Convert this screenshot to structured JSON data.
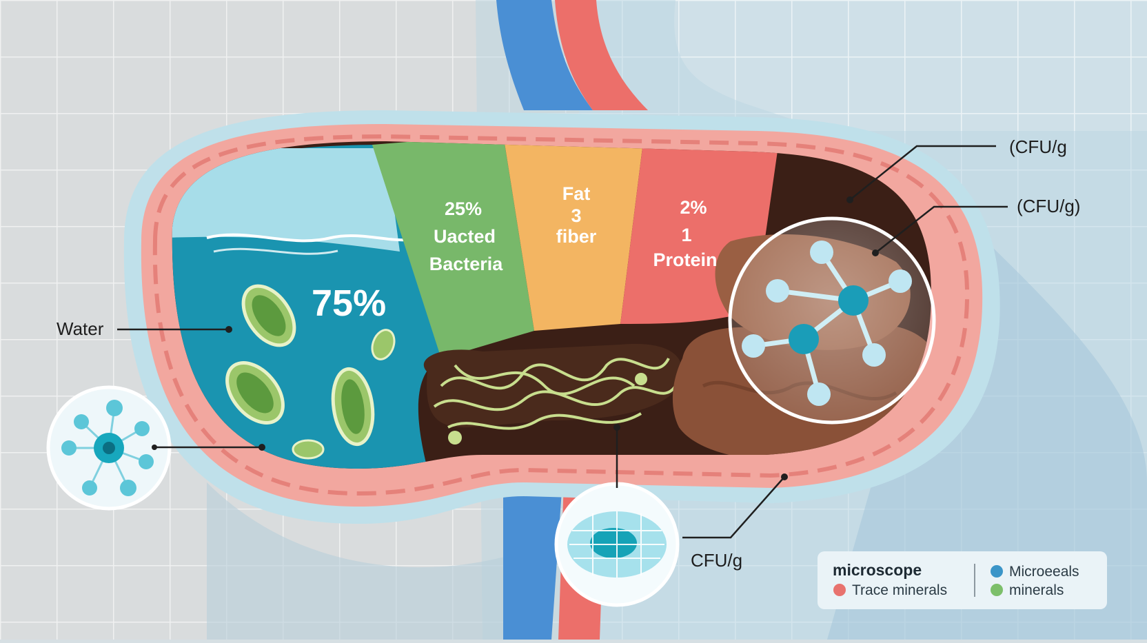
{
  "labels": {
    "water": "Water",
    "cfu_top": "(CFU/g",
    "cfu_mid": "(CFU/g)",
    "cfu_bottom": "CFU/g"
  },
  "segments": {
    "water_percent": "75%",
    "bacteria": {
      "line1": "25%",
      "line2": "Uacted",
      "line3": "Bacteria"
    },
    "fat": {
      "line1": "Fat",
      "line2": "3",
      "line3": "fiber"
    },
    "protein": {
      "line1": "2%",
      "line2": "1",
      "line3": "Protein"
    }
  },
  "legend": {
    "title": "microscope",
    "items": [
      {
        "label": "Trace minerals",
        "color": "#e8726e"
      },
      {
        "label": "Microeeals",
        "color": "#3a95c8"
      },
      {
        "label": "minerals",
        "color": "#7cbf6a"
      }
    ]
  },
  "colors": {
    "water": "#1a94b0",
    "bacteria_band": "#78b86a",
    "fat_band": "#f3b562",
    "protein_band": "#ec6f6a",
    "wall": "#f2a79f",
    "stool": "#3b1f16",
    "blood_vein": "#4a8fd4",
    "blood_artery": "#ec6f6a"
  },
  "icons": {
    "microbe": "bacterium-icon",
    "molecule": "molecule-icon",
    "cell": "cell-icon",
    "tissue": "tissue-icon"
  }
}
